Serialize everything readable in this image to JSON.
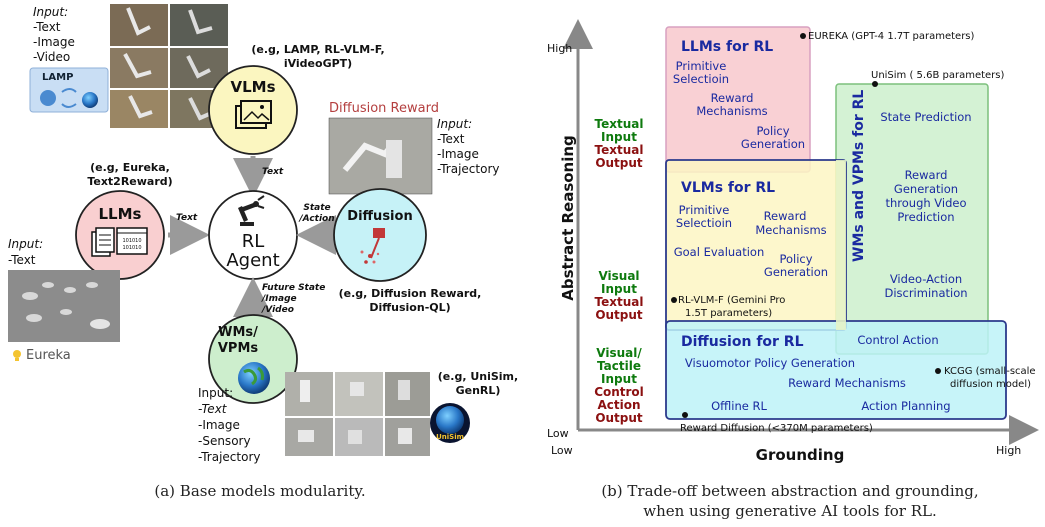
{
  "panel_a": {
    "vlm_input": {
      "header": "Input:",
      "lines": [
        "-Text",
        "-Image",
        "-Video"
      ]
    },
    "lamp_badge": "LAMP",
    "vlm_examples": [
      "(e.g, LAMP, RL-VLM-F,",
      "iVideoGPT)"
    ],
    "vlm_title": "VLMs",
    "edge_text_top": "Text",
    "diffusion_reward_title": "Diffusion Reward",
    "diffusion_input": {
      "header": "Input:",
      "lines": [
        "-Text",
        "-Image",
        "-Trajectory"
      ]
    },
    "llm_examples": [
      "(e.g, Eureka,",
      "Text2Reward)"
    ],
    "llm_title": "LLMs",
    "edge_text_left": "Text",
    "edge_state_action": [
      "State",
      "/Action"
    ],
    "agent_lines": [
      "RL",
      "Agent"
    ],
    "diffusion_title": "Diffusion",
    "llm_input": {
      "header": "Input:",
      "lines": [
        "-Text"
      ]
    },
    "diffusion_examples": [
      "(e.g, Diffusion Reward,",
      "Diffusion-QL)"
    ],
    "edge_future": [
      "Future State",
      "/Image",
      "/Video"
    ],
    "wm_title": [
      "WMs/",
      "VPMs"
    ],
    "eureka_label": "Eureka",
    "wm_examples": [
      "(e.g, UniSim,",
      "GenRL)"
    ],
    "wm_input": {
      "header": "Input:",
      "lines": [
        "-Text",
        "-Image",
        "-Sensory",
        "-Trajectory"
      ]
    },
    "unisim_badge": "UniSim",
    "caption": "(a) Base models modularity."
  },
  "panel_b": {
    "caption_lines": [
      "(b) Trade-off between abstraction and grounding,",
      "when using generative AI tools for RL."
    ],
    "colors": {
      "llm": "#f8c8cc",
      "vlm": "#fdf6c3",
      "wm": "#cdf0cd",
      "diffusion": "#bdf2f8",
      "frame": "#2b3a8c",
      "green_label": "#0e7a0e",
      "red_label": "#8b1010",
      "blue_text": "#1a2aa0"
    }
  },
  "chart_data": {
    "type": "diagram",
    "xlabel": "Grounding",
    "ylabel": "Abstract Reasoning",
    "y_ticks": [
      "High",
      "Low"
    ],
    "x_ticks": [
      "Low",
      "High"
    ],
    "row_labels": [
      {
        "input": [
          "Textual",
          "Input"
        ],
        "output": [
          "Textual",
          "Output"
        ]
      },
      {
        "input": [
          "Visual",
          "Input"
        ],
        "output": [
          "Textual",
          "Output"
        ]
      },
      {
        "input": [
          "Visual/",
          "Tactile",
          "Input"
        ],
        "output": [
          "Control",
          "Action",
          "Output"
        ]
      }
    ],
    "regions": [
      {
        "name": "LLMs for RL",
        "items": [
          [
            "Primitive",
            "Selectioin"
          ],
          [
            "Reward",
            "Mechanisms"
          ],
          [
            "Policy",
            "Generation"
          ]
        ]
      },
      {
        "name": "VLMs for RL",
        "items": [
          [
            "Primitive",
            "Selectioin"
          ],
          [
            "Reward",
            "Mechanisms"
          ],
          [
            "Goal Evaluation"
          ],
          [
            "Policy",
            "Generation"
          ]
        ]
      },
      {
        "name": "WMs and VPMs for RL",
        "items": [
          [
            "State Prediction"
          ],
          [
            "Reward",
            "Generation",
            "through Video",
            "Prediction"
          ],
          [
            "Video-Action",
            "Discrimination"
          ],
          [
            "Control Action"
          ]
        ]
      },
      {
        "name": "Diffusion for RL",
        "items": [
          [
            "Visuomotor Policy Generation"
          ],
          [
            "Reward Mechanisms"
          ],
          [
            "Offline RL"
          ],
          [
            "Action Planning"
          ]
        ]
      }
    ],
    "points": [
      {
        "label": "EUREKA (GPT-4 1.7T parameters)"
      },
      {
        "label": "UniSim ( 5.6B parameters)"
      },
      {
        "label": [
          "RL-VLM-F (Gemini Pro",
          "1.5T parameters)"
        ]
      },
      {
        "label": [
          "KCGG (small-scale",
          "diffusion model)"
        ]
      },
      {
        "label": "Reward Diffusion (<370M parameters)"
      }
    ]
  }
}
